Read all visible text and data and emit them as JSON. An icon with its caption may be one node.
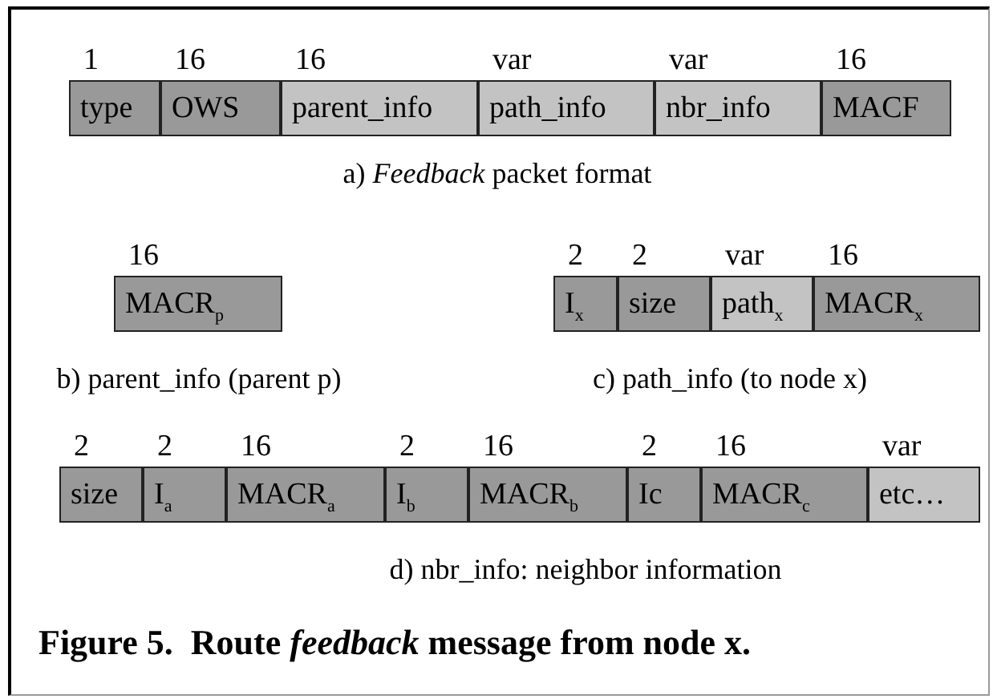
{
  "diagram": {
    "caption": "Figure 5.  Route *feedback* message from node x.",
    "nodes": [
      {
        "text": [
          "type"
        ],
        "beside": [
          "1"
        ]
      },
      {
        "text": [
          "OWS"
        ],
        "beside": [
          "16"
        ]
      },
      {
        "text": [
          "parent_info"
        ],
        "beside": [
          "16"
        ]
      },
      {
        "text": [
          "path_info"
        ],
        "beside": [
          "var"
        ]
      },
      {
        "text": [
          "nbr_info"
        ],
        "beside": [
          "var"
        ]
      },
      {
        "text": [
          "MACF"
        ],
        "beside": [
          "16"
        ]
      },
      {
        "text": [
          "MACR$_{p}$"
        ],
        "beside": [
          "16"
        ]
      },
      {
        "text": [
          "I$_{x}$"
        ],
        "beside": [
          "2"
        ]
      },
      {
        "text": [
          "size"
        ],
        "beside": [
          "2"
        ]
      },
      {
        "text": [
          "path$_{x}$"
        ],
        "beside": [
          "var"
        ]
      },
      {
        "text": [
          "MACR$_{x}$"
        ],
        "beside": [
          "16"
        ]
      },
      {
        "text": [
          "size"
        ],
        "beside": [
          "2"
        ]
      },
      {
        "text": [
          "I$_{a}$"
        ],
        "beside": [
          "2"
        ]
      },
      {
        "text": [
          "MACR$_{a}$"
        ],
        "beside": [
          "16"
        ]
      },
      {
        "text": [
          "I$_{b}$"
        ],
        "beside": [
          "2"
        ]
      },
      {
        "text": [
          "MACR$_{b}$"
        ],
        "beside": [
          "16"
        ]
      },
      {
        "text": [
          "Ic"
        ],
        "beside": [
          "2"
        ]
      },
      {
        "text": [
          "MACR$_{c}$"
        ],
        "beside": [
          "16"
        ]
      },
      {
        "text": [
          "etc…"
        ],
        "beside": [
          "var"
        ]
      }
    ],
    "labels": [
      "a) *Feedback* packet format",
      "b) parent_info (parent p)",
      "c) path_info (to node x)",
      "d) nbr_info: neighbor information"
    ]
  }
}
